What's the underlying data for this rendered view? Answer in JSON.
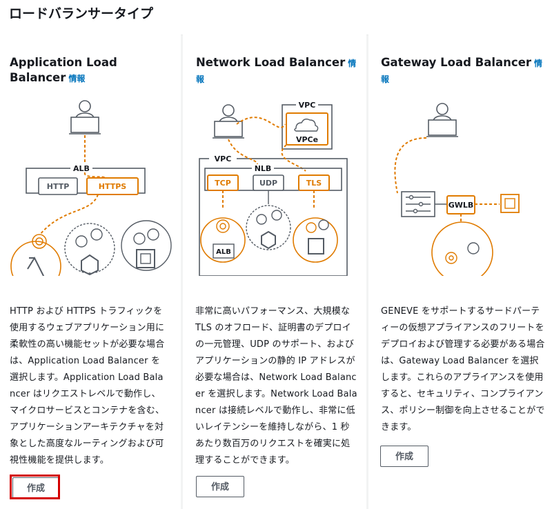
{
  "page": {
    "title": "ロードバランサータイプ"
  },
  "cards": [
    {
      "title": "Application Load Balancer",
      "info": "情報",
      "diagram_labels": {
        "group": "ALB",
        "left": "HTTP",
        "right": "HTTPS"
      },
      "description": "HTTP および HTTPS トラフィックを使用するウェブアプリケーション用に柔軟性の高い機能セットが必要な場合は、Application Load Balancer を選択します。Application Load Balancer はリクエストレベルで動作し、マイクロサービスとコンテナを含む、アプリケーションアーキテクチャを対象とした高度なルーティングおよび可視性機能を提供します。",
      "button": "作成"
    },
    {
      "title": "Network Load Balancer",
      "info": "情報",
      "diagram_labels": {
        "vpc_top": "VPC",
        "vpce": "VPCe",
        "vpc": "VPC",
        "nlb": "NLB",
        "tcp": "TCP",
        "udp": "UDP",
        "tls": "TLS",
        "alb": "ALB"
      },
      "description": "非常に高いパフォーマンス、大規模な TLS のオフロード、証明書のデプロイの一元管理、UDP のサポート、およびアプリケーションの静的 IP アドレスが必要な場合は、Network Load Balancer を選択します。Network Load Balancer は接続レベルで動作し、非常に低いレイテンシーを維持しながら、1 秒あたり数百万のリクエストを確実に処理することができます。",
      "button": "作成"
    },
    {
      "title": "Gateway Load Balancer",
      "info": "情報",
      "diagram_labels": {
        "gwlb": "GWLB"
      },
      "description": "GENEVE をサポートするサードパーティーの仮想アプライアンスのフリートをデプロイおよび管理する必要がある場合は、Gateway Load Balancer を選択します。これらのアプライアンスを使用すると、セキュリティ、コンプライアンス、ポリシー制御を向上させることができます。",
      "button": "作成"
    }
  ],
  "colors": {
    "accent": "#e07b00",
    "link": "#0073bb",
    "highlight": "#d40000"
  }
}
